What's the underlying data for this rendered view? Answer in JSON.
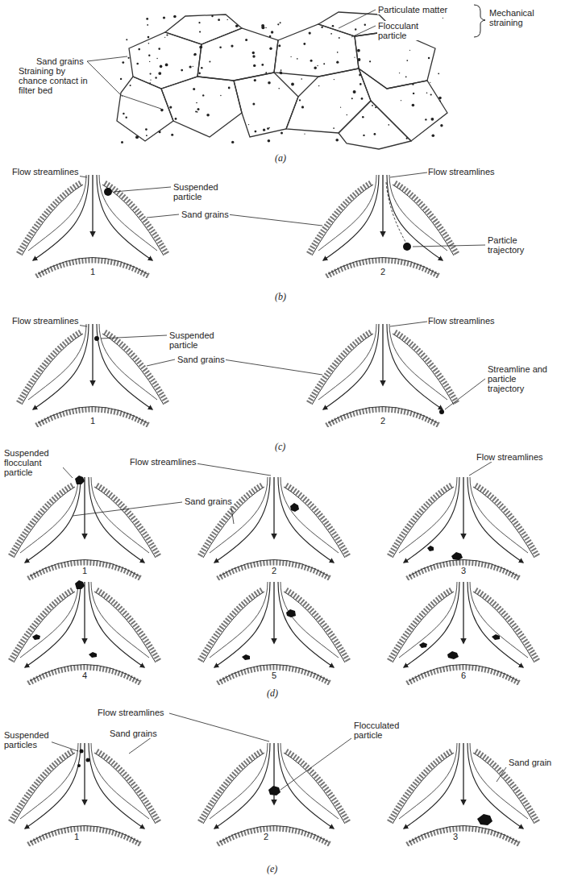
{
  "diagram": {
    "labels": [
      "Particulate matter",
      "Flocculant particle",
      "Mechanical straining",
      "Sand grains",
      "Straining by chance contact in filter bed",
      "(a)",
      "Flow streamlines",
      "Suspended particle",
      "Sand grains",
      "1",
      "Flow streamlines",
      "Particle trajectory",
      "2",
      "(b)",
      "Flow streamlines",
      "Suspended particle",
      "Sand grains",
      "1",
      "Flow streamlines",
      "Streamline and particle trajectory",
      "2",
      "(c)",
      "Suspended flocculant particle",
      "Flow streamlines",
      "Sand grains",
      "Flow streamlines",
      "1",
      "2",
      "3",
      "4",
      "5",
      "6",
      "(d)",
      "Suspended particles",
      "Flow streamlines",
      "Sand grains",
      "Flocculated particle",
      "Sand grain",
      "1",
      "2",
      "3",
      "(e)"
    ]
  }
}
